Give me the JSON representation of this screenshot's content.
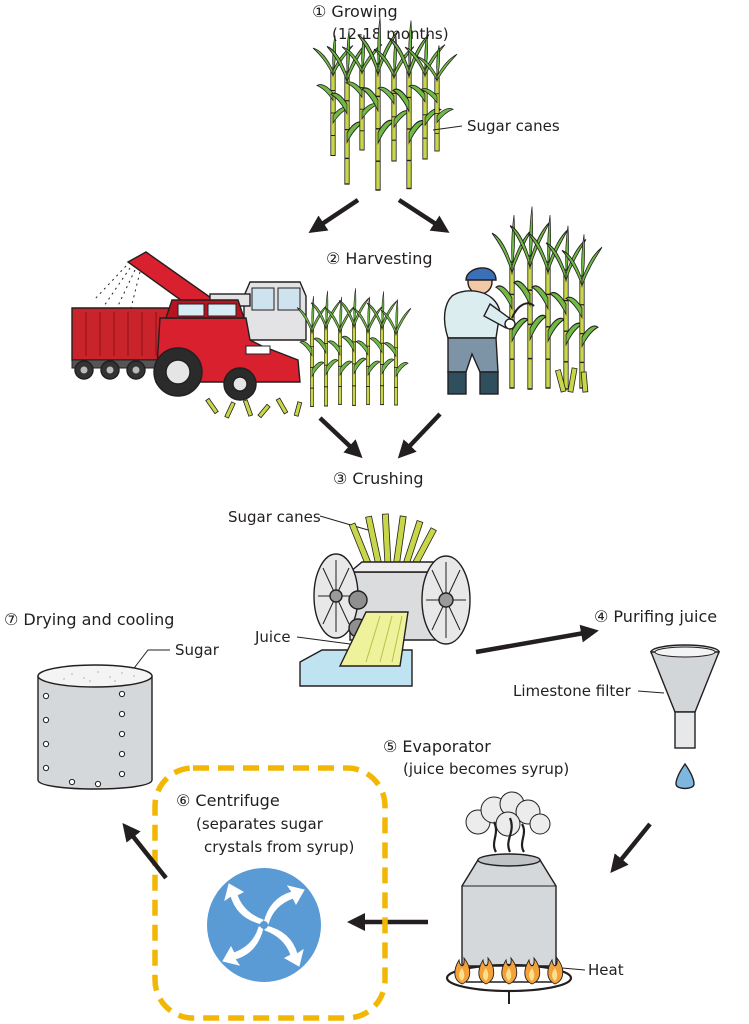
{
  "steps": {
    "growing": {
      "title": "① Growing",
      "detail": "(12-18 months)",
      "cane_label": "Sugar canes"
    },
    "harvesting": {
      "title": "② Harvesting"
    },
    "crushing": {
      "title": "③ Crushing",
      "cane_label": "Sugar canes",
      "juice_label": "Juice"
    },
    "purifying": {
      "title": "④ Purifing juice",
      "filter_label": "Limestone filter"
    },
    "evaporator": {
      "title": "⑤ Evaporator",
      "detail": "(juice becomes syrup)",
      "heat_label": "Heat"
    },
    "centrifuge": {
      "title": "⑥ Centrifuge",
      "detail_line1": "(separates sugar",
      "detail_line2": "crystals from syrup)"
    },
    "drying": {
      "title": "⑦ Drying and cooling",
      "sugar_label": "Sugar"
    }
  },
  "colors": {
    "cane_stalk": "#c8d64a",
    "cane_leaf": "#6fba44",
    "tractor_red": "#d8202e",
    "trailer_red": "#c9242b",
    "juice": "#eef29a",
    "steel": "#cfd2d4",
    "water": "#7db7e0",
    "flame": "#f3a13a",
    "centrifuge_blue": "#5b9bd5",
    "highlight_dash": "#f2b705",
    "arrow": "#231f20"
  },
  "icons": {
    "growing": "sugar-cane-field-icon",
    "harvest_machine": "harvester-tractor-icon",
    "harvest_manual": "farmer-with-sickle-icon",
    "crusher": "roller-crusher-icon",
    "filter": "funnel-filter-icon",
    "evaporator": "evaporator-tank-icon",
    "centrifuge": "rotating-arrows-icon",
    "drying": "sugar-drum-icon"
  }
}
